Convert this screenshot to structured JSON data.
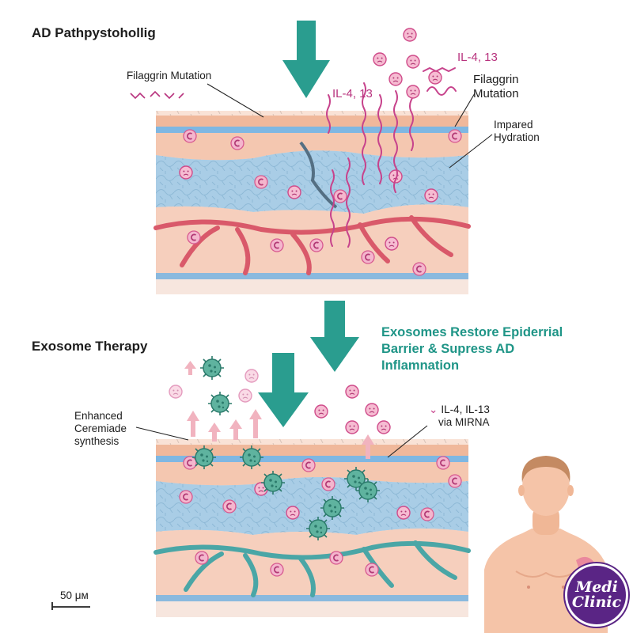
{
  "top_panel": {
    "title": "AD Pathpystohollig",
    "label_filaggrin_left": "Filaggrin Mutation",
    "label_cytokine_left": "IL-4, 13",
    "label_cytokine_right": "IL-4, 13",
    "label_filaggrin_right_line1": "Filaggrin",
    "label_filaggrin_right_line2": "Mutation",
    "label_hydration_line1": "Impared",
    "label_hydration_line2": "Hydration"
  },
  "bottom_panel": {
    "title": "Exosome Therapy",
    "headline_line1": "Exosomes Restore Epiderrial",
    "headline_line2": "Barrier & Supress AD",
    "headline_line3": "Inflamnation",
    "label_ceramide_line1": "Enhanced",
    "label_ceramide_line2": "Ceremiade",
    "label_ceramide_line3": "synthesis",
    "label_mirna_line1": "IL-4, IL-13",
    "label_mirna_line2": "via MIRNA",
    "label_mirna_mark": "⌄"
  },
  "scale_bar": {
    "label": "50 μм"
  },
  "logo": {
    "line1": "Medi",
    "line2": "Clinic"
  },
  "colors": {
    "teal": "#2a9d8f",
    "magenta": "#c7438c",
    "skin": "#f4c7b0",
    "dermis_blue": "#a9cde6",
    "vessel_red": "#d9596a",
    "vessel_teal": "#4aa6a6",
    "logo_purple": "#5a2585"
  },
  "icons": [
    "down-arrow-icon",
    "up-arrow-icon",
    "cytokine-face-icon",
    "exosome-icon",
    "person-icon"
  ]
}
